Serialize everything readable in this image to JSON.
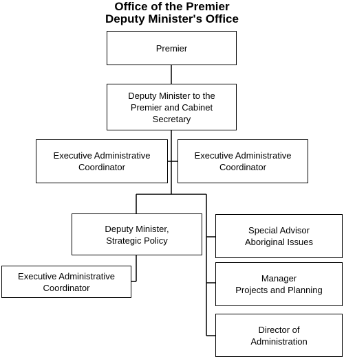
{
  "header": {
    "title_line1": "Office of the Premier",
    "title_line2": "Deputy Minister's Office"
  },
  "nodes": {
    "premier": "Premier",
    "deputy_minister_cabinet": "Deputy Minister to the\nPremier and Cabinet\nSecretary",
    "exec_admin_left": "Executive Administrative\nCoordinator",
    "exec_admin_right": "Executive Administrative\nCoordinator",
    "deputy_minister_strategic": "Deputy Minister,\nStrategic Policy",
    "exec_admin_bottom": "Executive Administrative\nCoordinator",
    "special_advisor": "Special Advisor\nAboriginal Issues",
    "manager_projects": "Manager\nProjects and Planning",
    "director_admin": "Director of\nAdministration"
  }
}
